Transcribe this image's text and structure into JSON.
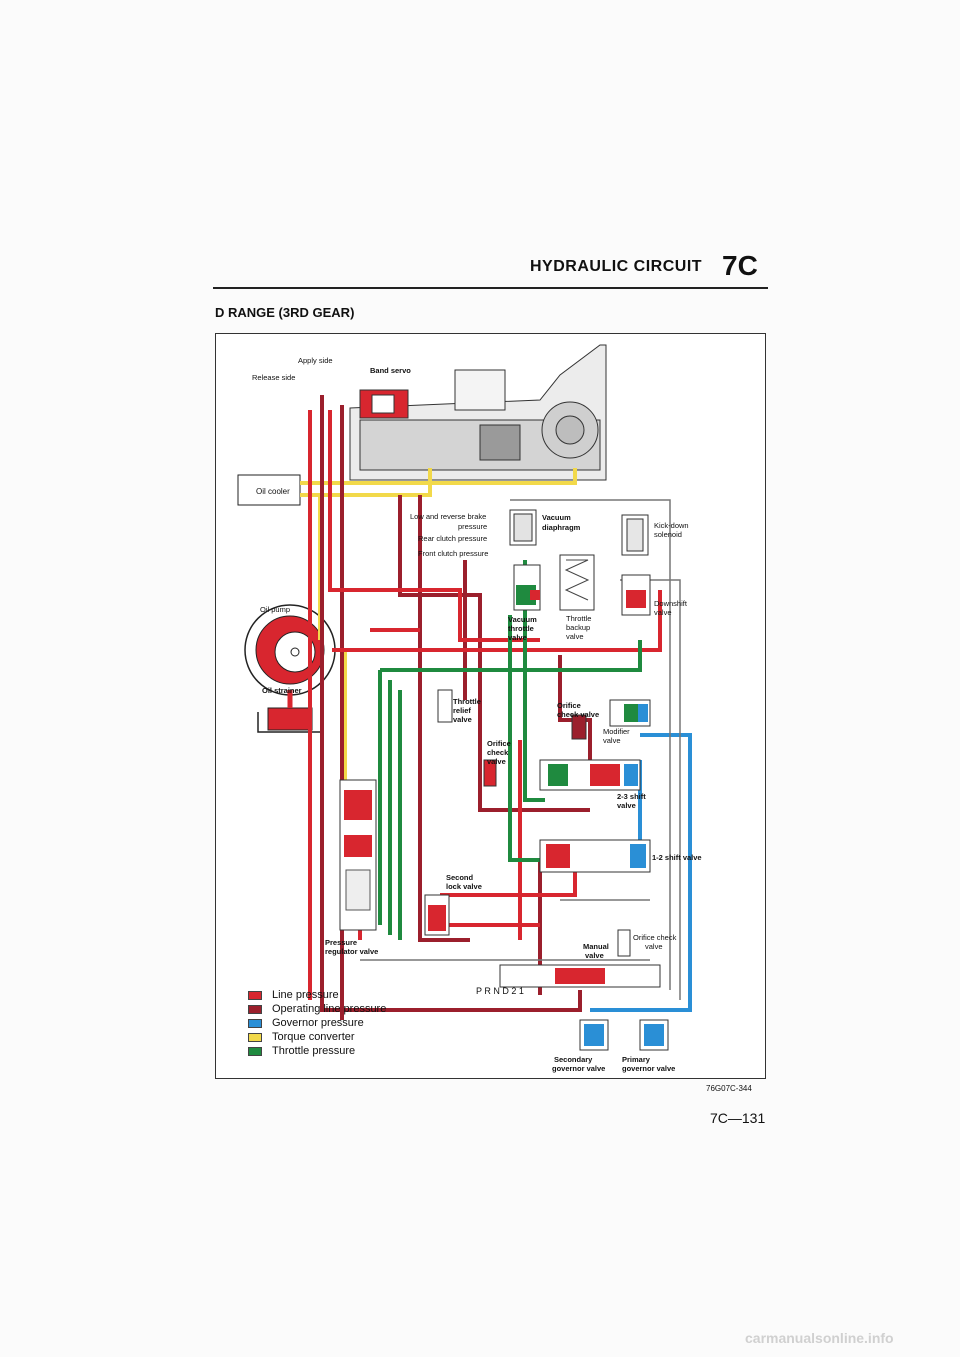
{
  "header": {
    "title": "HYDRAULIC CIRCUIT",
    "code": "7C"
  },
  "section_title": "D RANGE (3RD GEAR)",
  "labels": {
    "apply_side": "Apply side",
    "release_side": "Release side",
    "band_servo": "Band servo",
    "oil_cooler": "Oil cooler",
    "low_reverse": "Low and reverse brake",
    "pressure": "pressure",
    "rear_clutch": "Rear clutch pressure",
    "front_clutch": "Front clutch pressure",
    "vacuum_diaphragm_1": "Vacuum",
    "vacuum_diaphragm_2": "diaphragm",
    "kickdown_1": "Kick-down",
    "kickdown_2": "solenoid",
    "oil_pump": "Oil pump",
    "oil_strainer": "Oil strainer",
    "vacuum_throttle_1": "Vacuum",
    "vacuum_throttle_2": "throttle",
    "vacuum_throttle_3": "valve",
    "throttle_backup_1": "Throttle",
    "throttle_backup_2": "backup",
    "throttle_backup_3": "valve",
    "downshift_1": "Downshift",
    "downshift_2": "valve",
    "throttle_relief_1": "Throttle",
    "throttle_relief_2": "relief",
    "throttle_relief_3": "valve",
    "orifice_check_1": "Orifice",
    "orifice_check_2": "check valve",
    "orifice_check_mid_1": "Orifice",
    "orifice_check_mid_2": "check",
    "orifice_check_mid_3": "valve",
    "modifier_1": "Modifier",
    "modifier_2": "valve",
    "shift23_1": "2-3 shift",
    "shift23_2": "valve",
    "shift12": "1-2 shift valve",
    "second_lock_1": "Second",
    "second_lock_2": "lock valve",
    "pressure_reg_1": "Pressure",
    "pressure_reg_2": "regulator valve",
    "manual_1": "Manual",
    "manual_2": "valve",
    "orifice_check_low_1": "Orifice check",
    "orifice_check_low_2": "valve",
    "prnd": "P R N D 2 1",
    "secondary_gov_1": "Secondary",
    "secondary_gov_2": "governor valve",
    "primary_gov_1": "Primary",
    "primary_gov_2": "governor valve"
  },
  "legend": [
    {
      "label": "Line pressure",
      "color": "#d8262f"
    },
    {
      "label": "Operating line pressure",
      "color": "#9b1f2c"
    },
    {
      "label": "Governor pressure",
      "color": "#2a8fd6"
    },
    {
      "label": "Torque converter",
      "color": "#f2d94a"
    },
    {
      "label": "Throttle pressure",
      "color": "#1f8a3f"
    }
  ],
  "figure_code": "76G07C-344",
  "page_number": "7C—131",
  "watermark": "carmanualsonline.info"
}
